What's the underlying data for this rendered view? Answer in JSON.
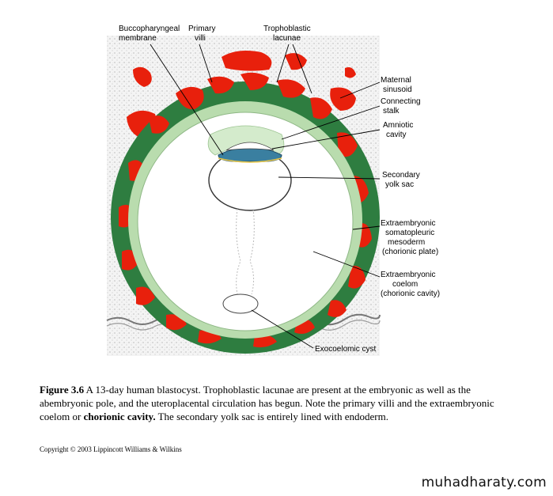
{
  "figure": {
    "labels": {
      "buccopharyngeal_membrane": [
        "Buccopharyngeal",
        "membrane"
      ],
      "primary_villi": [
        "Primary",
        "villi"
      ],
      "trophoblastic_lacunae": [
        "Trophoblastic",
        "lacunae"
      ],
      "maternal_sinusoid": [
        "Maternal",
        "sinusoid"
      ],
      "connecting_stalk": [
        "Connecting",
        "stalk"
      ],
      "amniotic_cavity": [
        "Amniotic",
        "cavity"
      ],
      "secondary_yolk_sac": [
        "Secondary",
        "yolk sac"
      ],
      "extraembryonic_mesoderm": [
        "Extraembryonic",
        "somatopleuric",
        "mesoderm",
        "(chorionic plate)"
      ],
      "extraembryonic_coelom": [
        "Extraembryonic",
        "coelom",
        "(chorionic cavity)"
      ],
      "exocoelomic_cyst": [
        "Exocoelomic cyst"
      ]
    },
    "colors": {
      "lacunae_red": "#e8200c",
      "trophoblast_green": "#2e7d40",
      "mesoderm_light_green": "#b9dcae",
      "endometrium_stipple": "#bfbfbf",
      "embryonic_disc_blue": "#3a7fa0"
    }
  },
  "caption": {
    "figure_number": "Figure 3.6",
    "text_1": " A 13-day human blastocyst. Trophoblastic lacunae are present at the embryonic as well as the abembryonic pole, and the uteroplacental circulation has begun. Note the primary villi and the extraembryonic coelom or ",
    "bold_term": "chorionic cavity.",
    "text_2": " The secondary yolk sac is entirely lined with endoderm."
  },
  "copyright": "Copyright © 2003 Lippincott Williams & Wilkins",
  "watermark": "muhadharaty.com"
}
